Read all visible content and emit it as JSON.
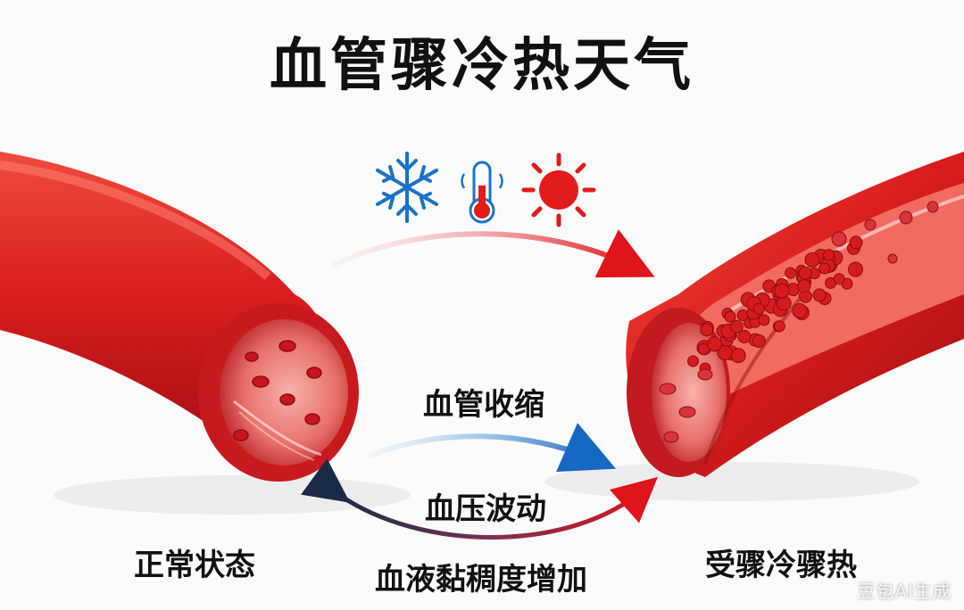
{
  "title": "血管骤冷热天气",
  "labels": {
    "normal_state": "正常状态",
    "affected_state": "受骤冷骤热",
    "constriction": "血管收缩",
    "blood_pressure": "血压波动",
    "viscosity": "血液黏稠度增加"
  },
  "icons": [
    "snowflake-icon",
    "thermometer-icon",
    "sun-icon"
  ],
  "watermark": "豆包AI生成",
  "colors": {
    "vessel_red": "#d41e1e",
    "cold_blue": "#1a73c8",
    "hot_red": "#e31b1b",
    "dark_navy": "#1c2a4a"
  }
}
